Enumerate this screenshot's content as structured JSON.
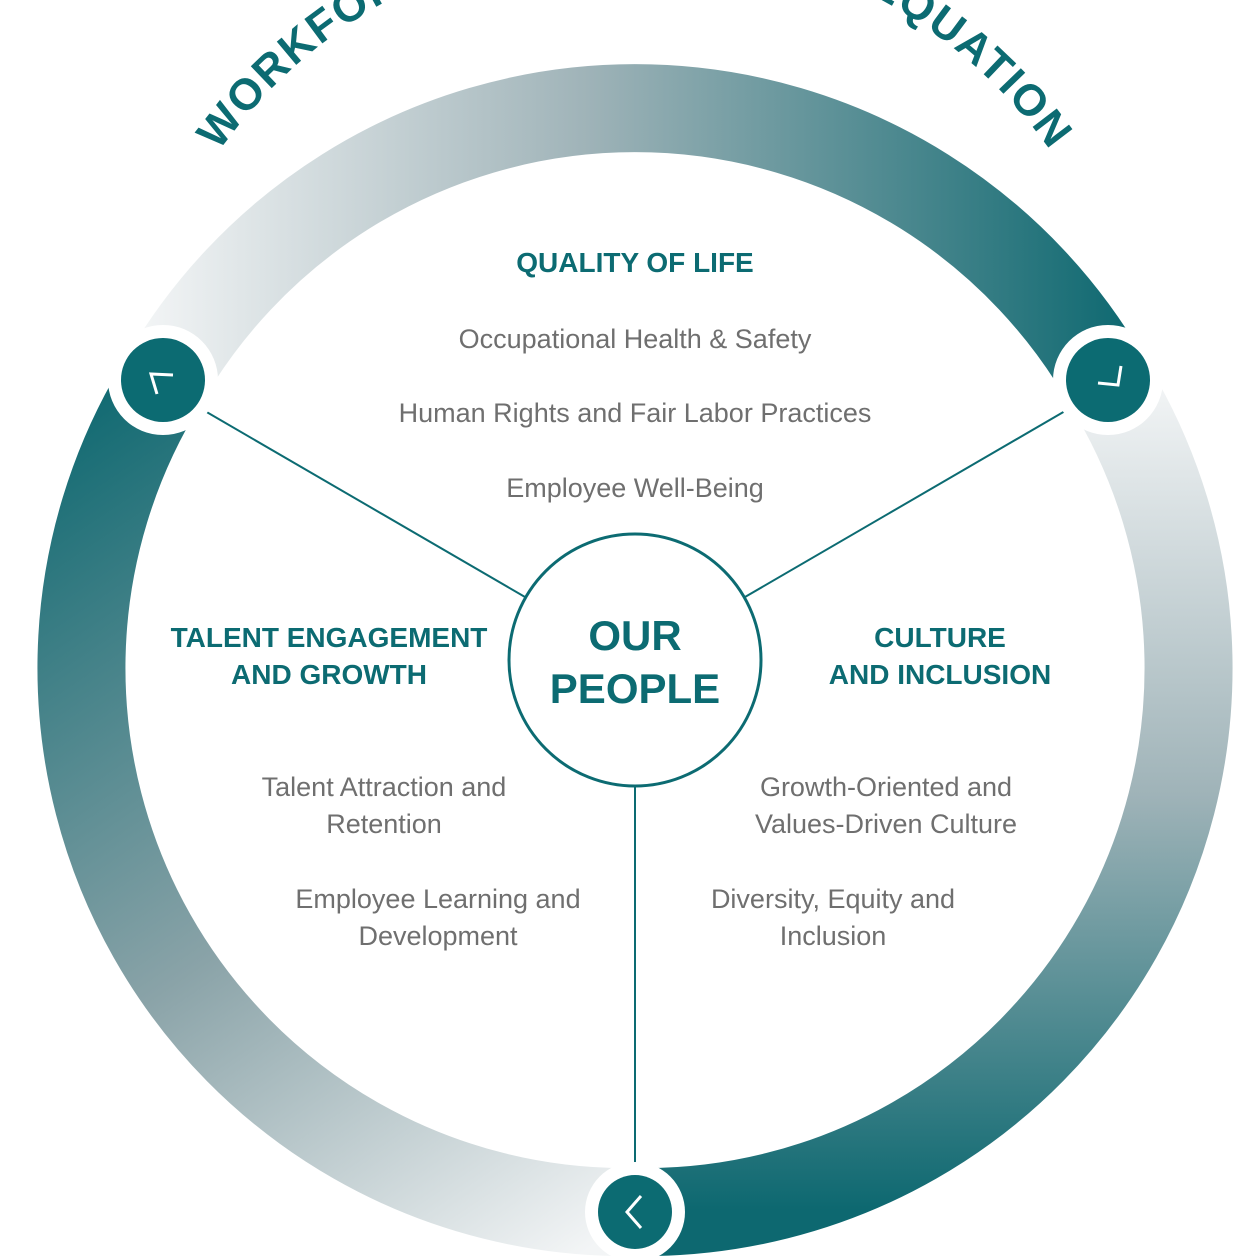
{
  "title": "WORKFORCE SUSTAINABILITY EQUATION",
  "center": {
    "line1": "OUR",
    "line2": "PEOPLE"
  },
  "sections": {
    "quality_of_life": {
      "heading": "QUALITY OF LIFE",
      "items": [
        "Occupational Health & Safety",
        "Human Rights and Fair Labor Practices",
        "Employee Well-Being"
      ]
    },
    "talent": {
      "heading_line1": "TALENT ENGAGEMENT",
      "heading_line2": "AND GROWTH",
      "item1_line1": "Talent Attraction and",
      "item1_line2": "Retention",
      "item2_line1": "Employee Learning and",
      "item2_line2": "Development"
    },
    "culture": {
      "heading_line1": "CULTURE",
      "heading_line2": "AND INCLUSION",
      "item1_line1": "Growth-Oriented and",
      "item1_line2": "Values-Driven Culture",
      "item2_line1": "Diversity, Equity and",
      "item2_line2": "Inclusion"
    }
  },
  "colors": {
    "primary": "#0c6b72",
    "ring_light": "#f2f4f5",
    "text_gray": "#6f6f6f"
  },
  "icons": {
    "top_left": "corner-arrow-icon",
    "top_right": "corner-arrow-icon",
    "bottom": "chevron-left-icon"
  }
}
